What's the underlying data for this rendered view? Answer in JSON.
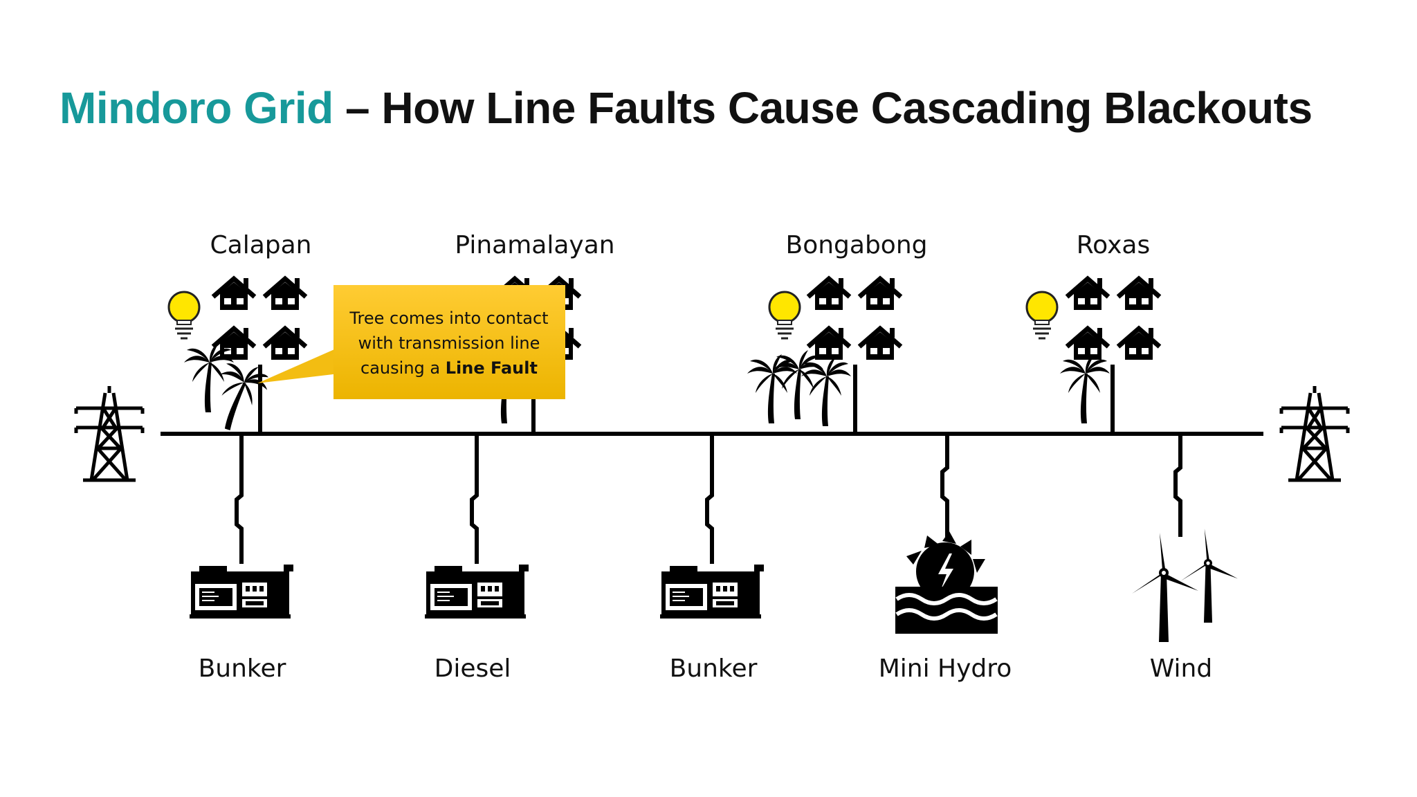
{
  "title": {
    "accent": "Mindoro Grid",
    "rest": " – How Line Faults Cause Cascading Blackouts"
  },
  "colors": {
    "accent": "#17999a",
    "callout": "#f5c21b",
    "bulb": "#ffe600"
  },
  "towns": [
    {
      "name": "Calapan"
    },
    {
      "name": "Pinamalayan"
    },
    {
      "name": "Bongabong"
    },
    {
      "name": "Roxas"
    }
  ],
  "plants": [
    {
      "label": "Bunker",
      "icon": "generator-icon"
    },
    {
      "label": "Diesel",
      "icon": "generator-icon"
    },
    {
      "label": "Bunker",
      "icon": "generator-icon"
    },
    {
      "label": "Mini Hydro",
      "icon": "hydro-turbine-icon"
    },
    {
      "label": "Wind",
      "icon": "wind-turbine-icon"
    }
  ],
  "callout": {
    "line1": "Tree comes into contact",
    "line2": "with transmission line",
    "line3_prefix": "causing a ",
    "line3_bold": "Line Fault"
  }
}
